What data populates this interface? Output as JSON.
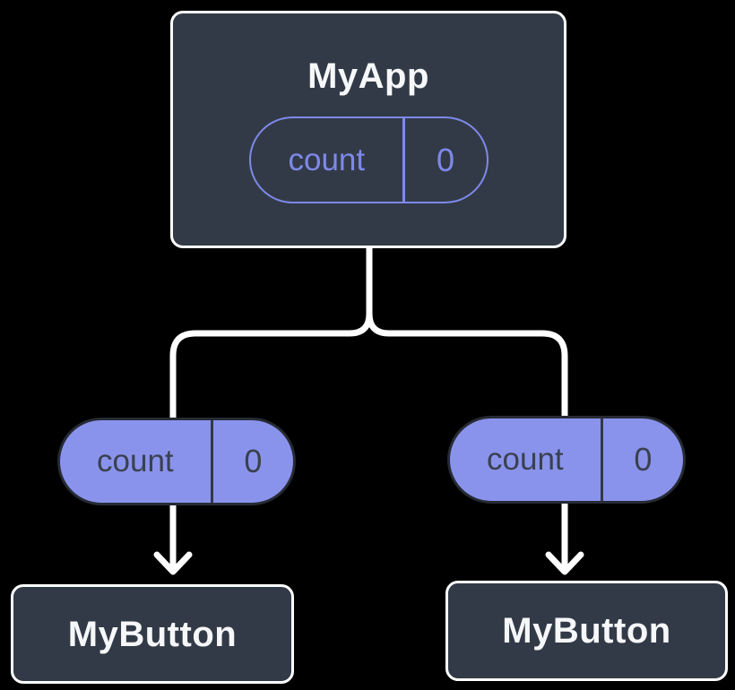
{
  "diagram": {
    "root_node": {
      "title": "MyApp",
      "state_pill": {
        "label": "count",
        "value": "0"
      }
    },
    "prop_pills": [
      {
        "label": "count",
        "value": "0"
      },
      {
        "label": "count",
        "value": "0"
      }
    ],
    "child_nodes": [
      {
        "title": "MyButton"
      },
      {
        "title": "MyButton"
      }
    ],
    "colors": {
      "canvas_bg": "#000000",
      "node_fill": "#333a47",
      "node_border": "#ffffff",
      "title_text": "#f6f7f9",
      "state_accent": "#7d89e9",
      "prop_fill": "#8a93ec",
      "prop_border": "#262b34",
      "prop_divider": "#333945",
      "prop_text": "#3a4150",
      "connector": "#ffffff"
    }
  }
}
